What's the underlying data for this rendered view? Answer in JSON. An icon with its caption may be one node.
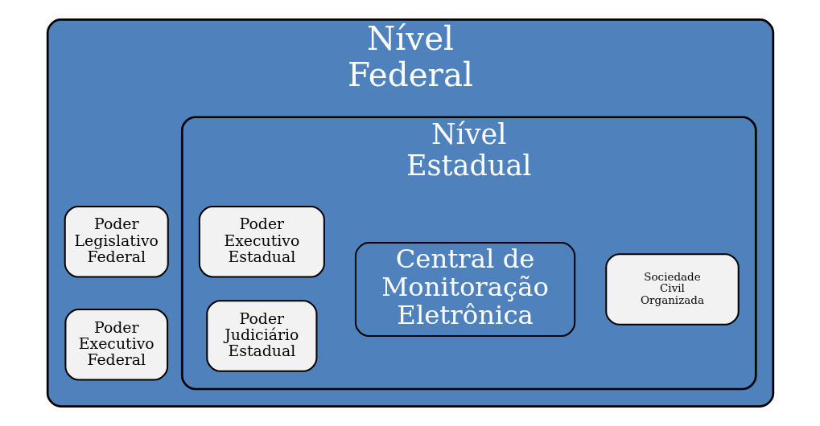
{
  "diagram": {
    "nodes": [
      {
        "text": [
          "Nível Federal"
        ]
      },
      {
        "text": [
          "Poder Legislativo Federal"
        ],
        "in": 0
      },
      {
        "text": [
          "Poder Executivo Federal"
        ],
        "in": 0
      },
      {
        "text": [
          "Nível Estadual"
        ],
        "in": 0
      },
      {
        "text": [
          "Sociedade Civil Organizada"
        ],
        "in": 3
      },
      {
        "text": [
          "Poder Executivo Estadual"
        ],
        "in": 3
      },
      {
        "text": [
          "Poder Judiciário Estadual"
        ],
        "in": 3
      },
      {
        "text": [
          "Central de Monitoração Eletrônica"
        ],
        "in": 3
      }
    ]
  }
}
